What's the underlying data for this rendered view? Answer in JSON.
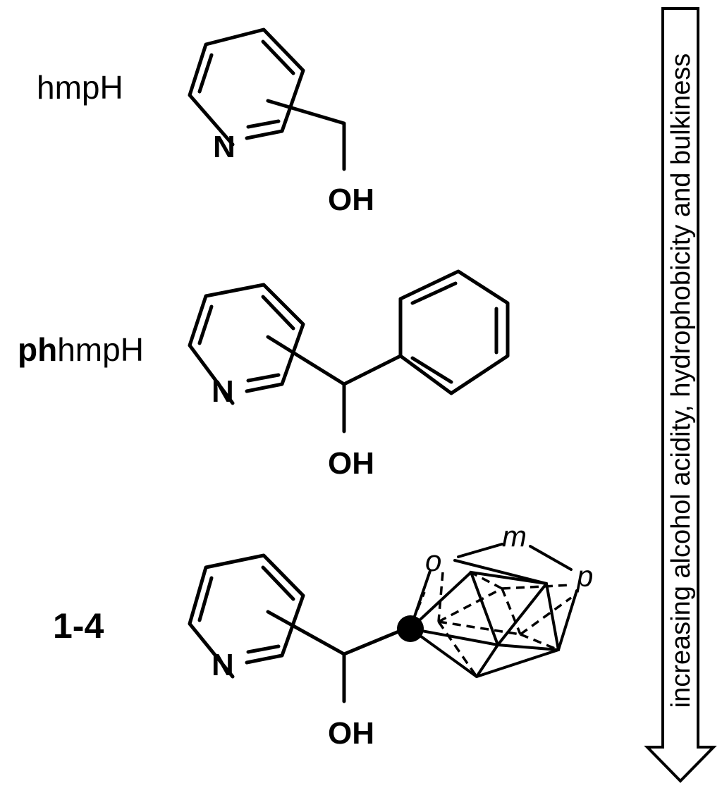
{
  "compounds": [
    {
      "name": "hmpH",
      "oh_label": "OH",
      "n_label": "N"
    },
    {
      "name_bold": "ph",
      "name_rest": "hmpH",
      "oh_label": "OH",
      "n_label": "N"
    },
    {
      "name": "1-4",
      "oh_label": "OH",
      "n_label": "N",
      "cage_labels": {
        "ortho": "o",
        "meta": "m",
        "para": "p"
      }
    }
  ],
  "arrow": {
    "text": "increasing alcohol acidity, hydrophobicity and bulkiness"
  }
}
